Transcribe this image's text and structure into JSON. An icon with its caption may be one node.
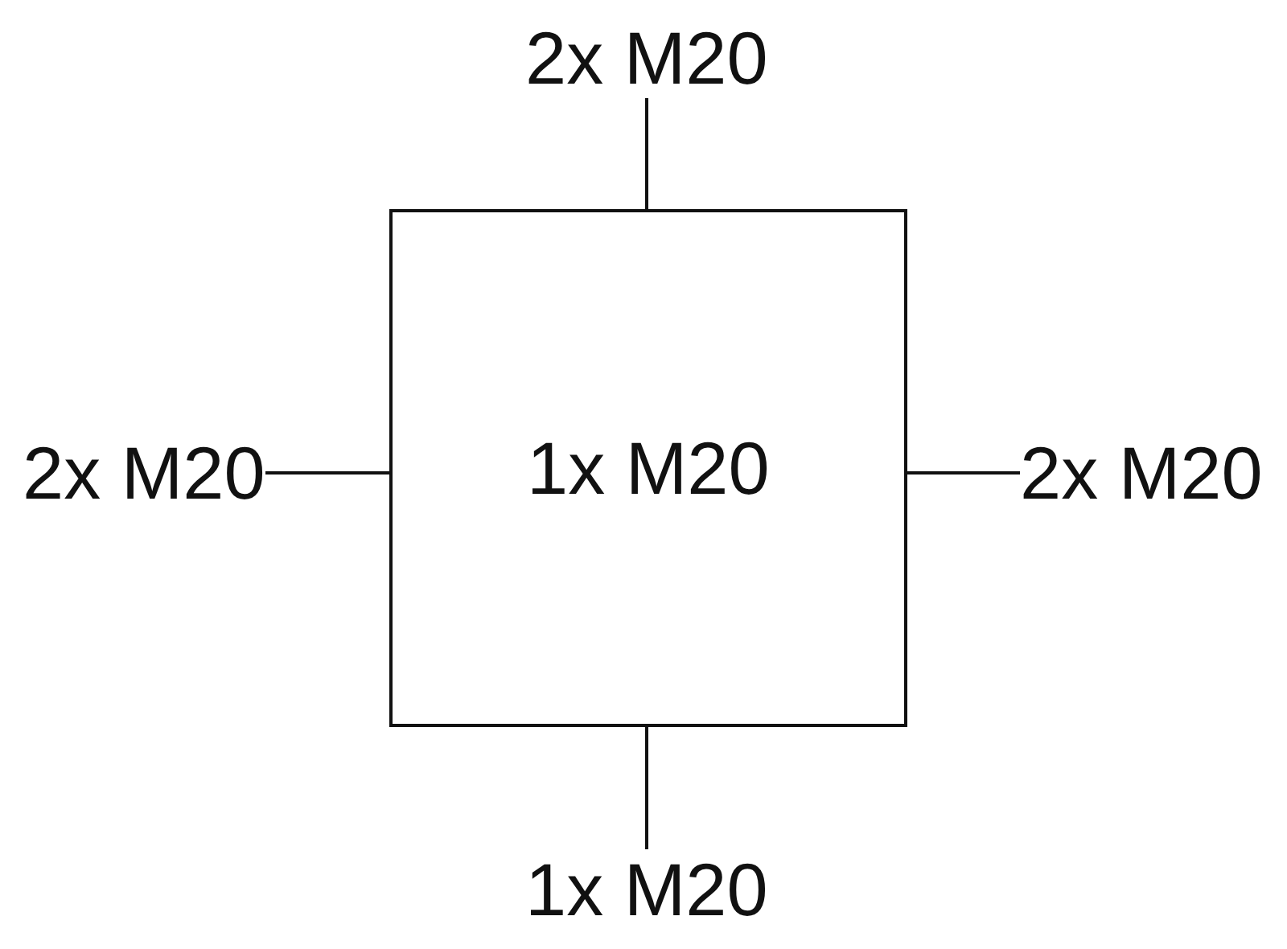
{
  "diagram": {
    "nodes": [
      {
        "text": [
          "1x M20"
        ]
      },
      {
        "text": [
          "2x M20"
        ]
      },
      {
        "text": [
          "2x M20"
        ]
      },
      {
        "text": [
          "2x M20"
        ]
      },
      {
        "text": [
          "1x M20"
        ]
      }
    ],
    "edges": [
      {
        "from": 1,
        "to": 0,
        "arrow": "none"
      },
      {
        "from": 2,
        "to": 0,
        "arrow": "none"
      },
      {
        "from": 3,
        "to": 0,
        "arrow": "none"
      },
      {
        "from": 4,
        "to": 0,
        "arrow": "none"
      }
    ]
  }
}
